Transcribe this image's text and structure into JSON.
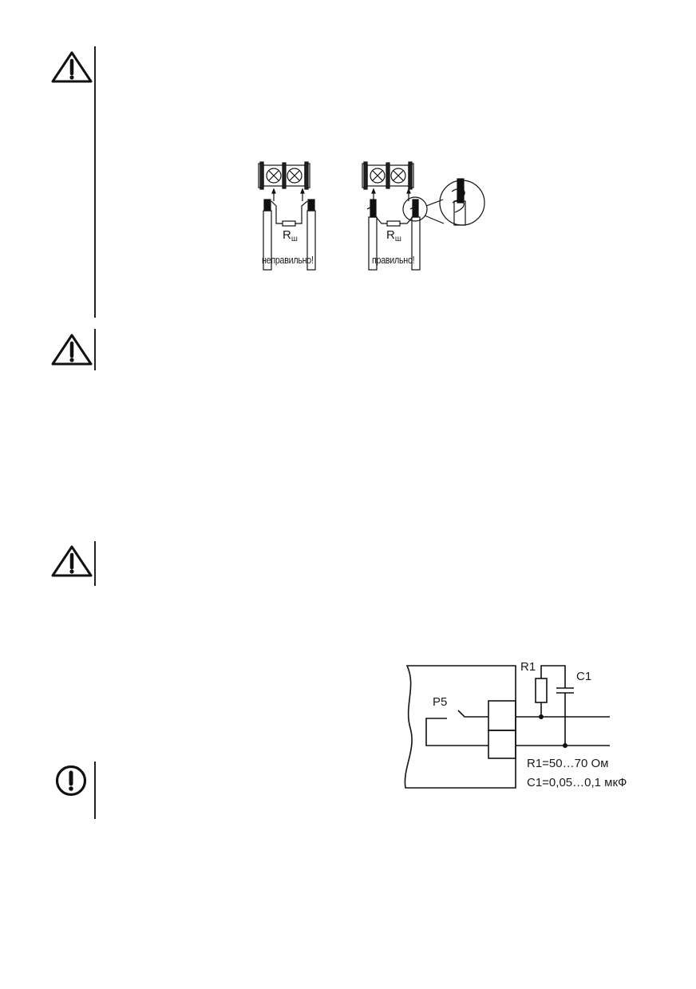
{
  "page": {
    "background": "#ffffff",
    "ink": "#1a1a1a"
  },
  "icons": {
    "warning_1": "warning-triangle-icon",
    "warning_2": "warning-triangle-icon",
    "warning_3": "warning-triangle-icon",
    "attention": "exclamation-circle-icon"
  },
  "terminal_figure": {
    "resistor_main": "R",
    "resistor_sub": "ш",
    "caption_wrong": "неправильно!",
    "caption_right": "правильно!"
  },
  "circuit_figure": {
    "relay_label": "Р5",
    "resistor_label": "R1",
    "capacitor_label": "C1",
    "resistor_value": "R1=50…70 Ом",
    "capacitor_value": "C1=0,05…0,1 мкФ"
  }
}
